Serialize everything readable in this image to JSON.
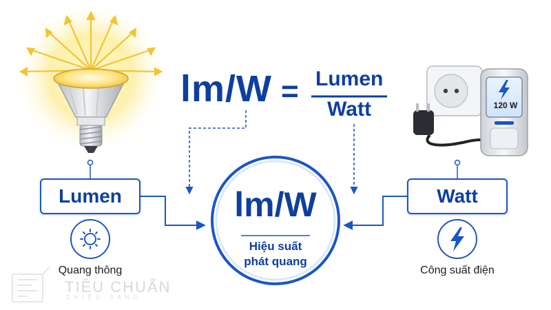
{
  "formula": {
    "lhs": "lm/W",
    "equals": "=",
    "numerator": "Lumen",
    "denominator": "Watt"
  },
  "left_node": {
    "label": "Lumen",
    "caption": "Quang thông",
    "icon": "sun-icon"
  },
  "right_node": {
    "label": "Watt",
    "caption": "Công suất điện",
    "icon": "lightning-bolt-icon"
  },
  "center_node": {
    "title": "lm/W",
    "subtitle_line1": "Hiệu suất",
    "subtitle_line2": "phát quang"
  },
  "meter": {
    "reading": "120 W"
  },
  "watermark": {
    "brand": "TIÊU CHUẨN",
    "tagline": "CHIẾU SÁNG"
  },
  "colors": {
    "primary_blue": "#0d3f9e",
    "accent_blue": "#1a56c4",
    "glow_yellow": "#fbe58a",
    "ray_yellow": "#f2c531"
  }
}
